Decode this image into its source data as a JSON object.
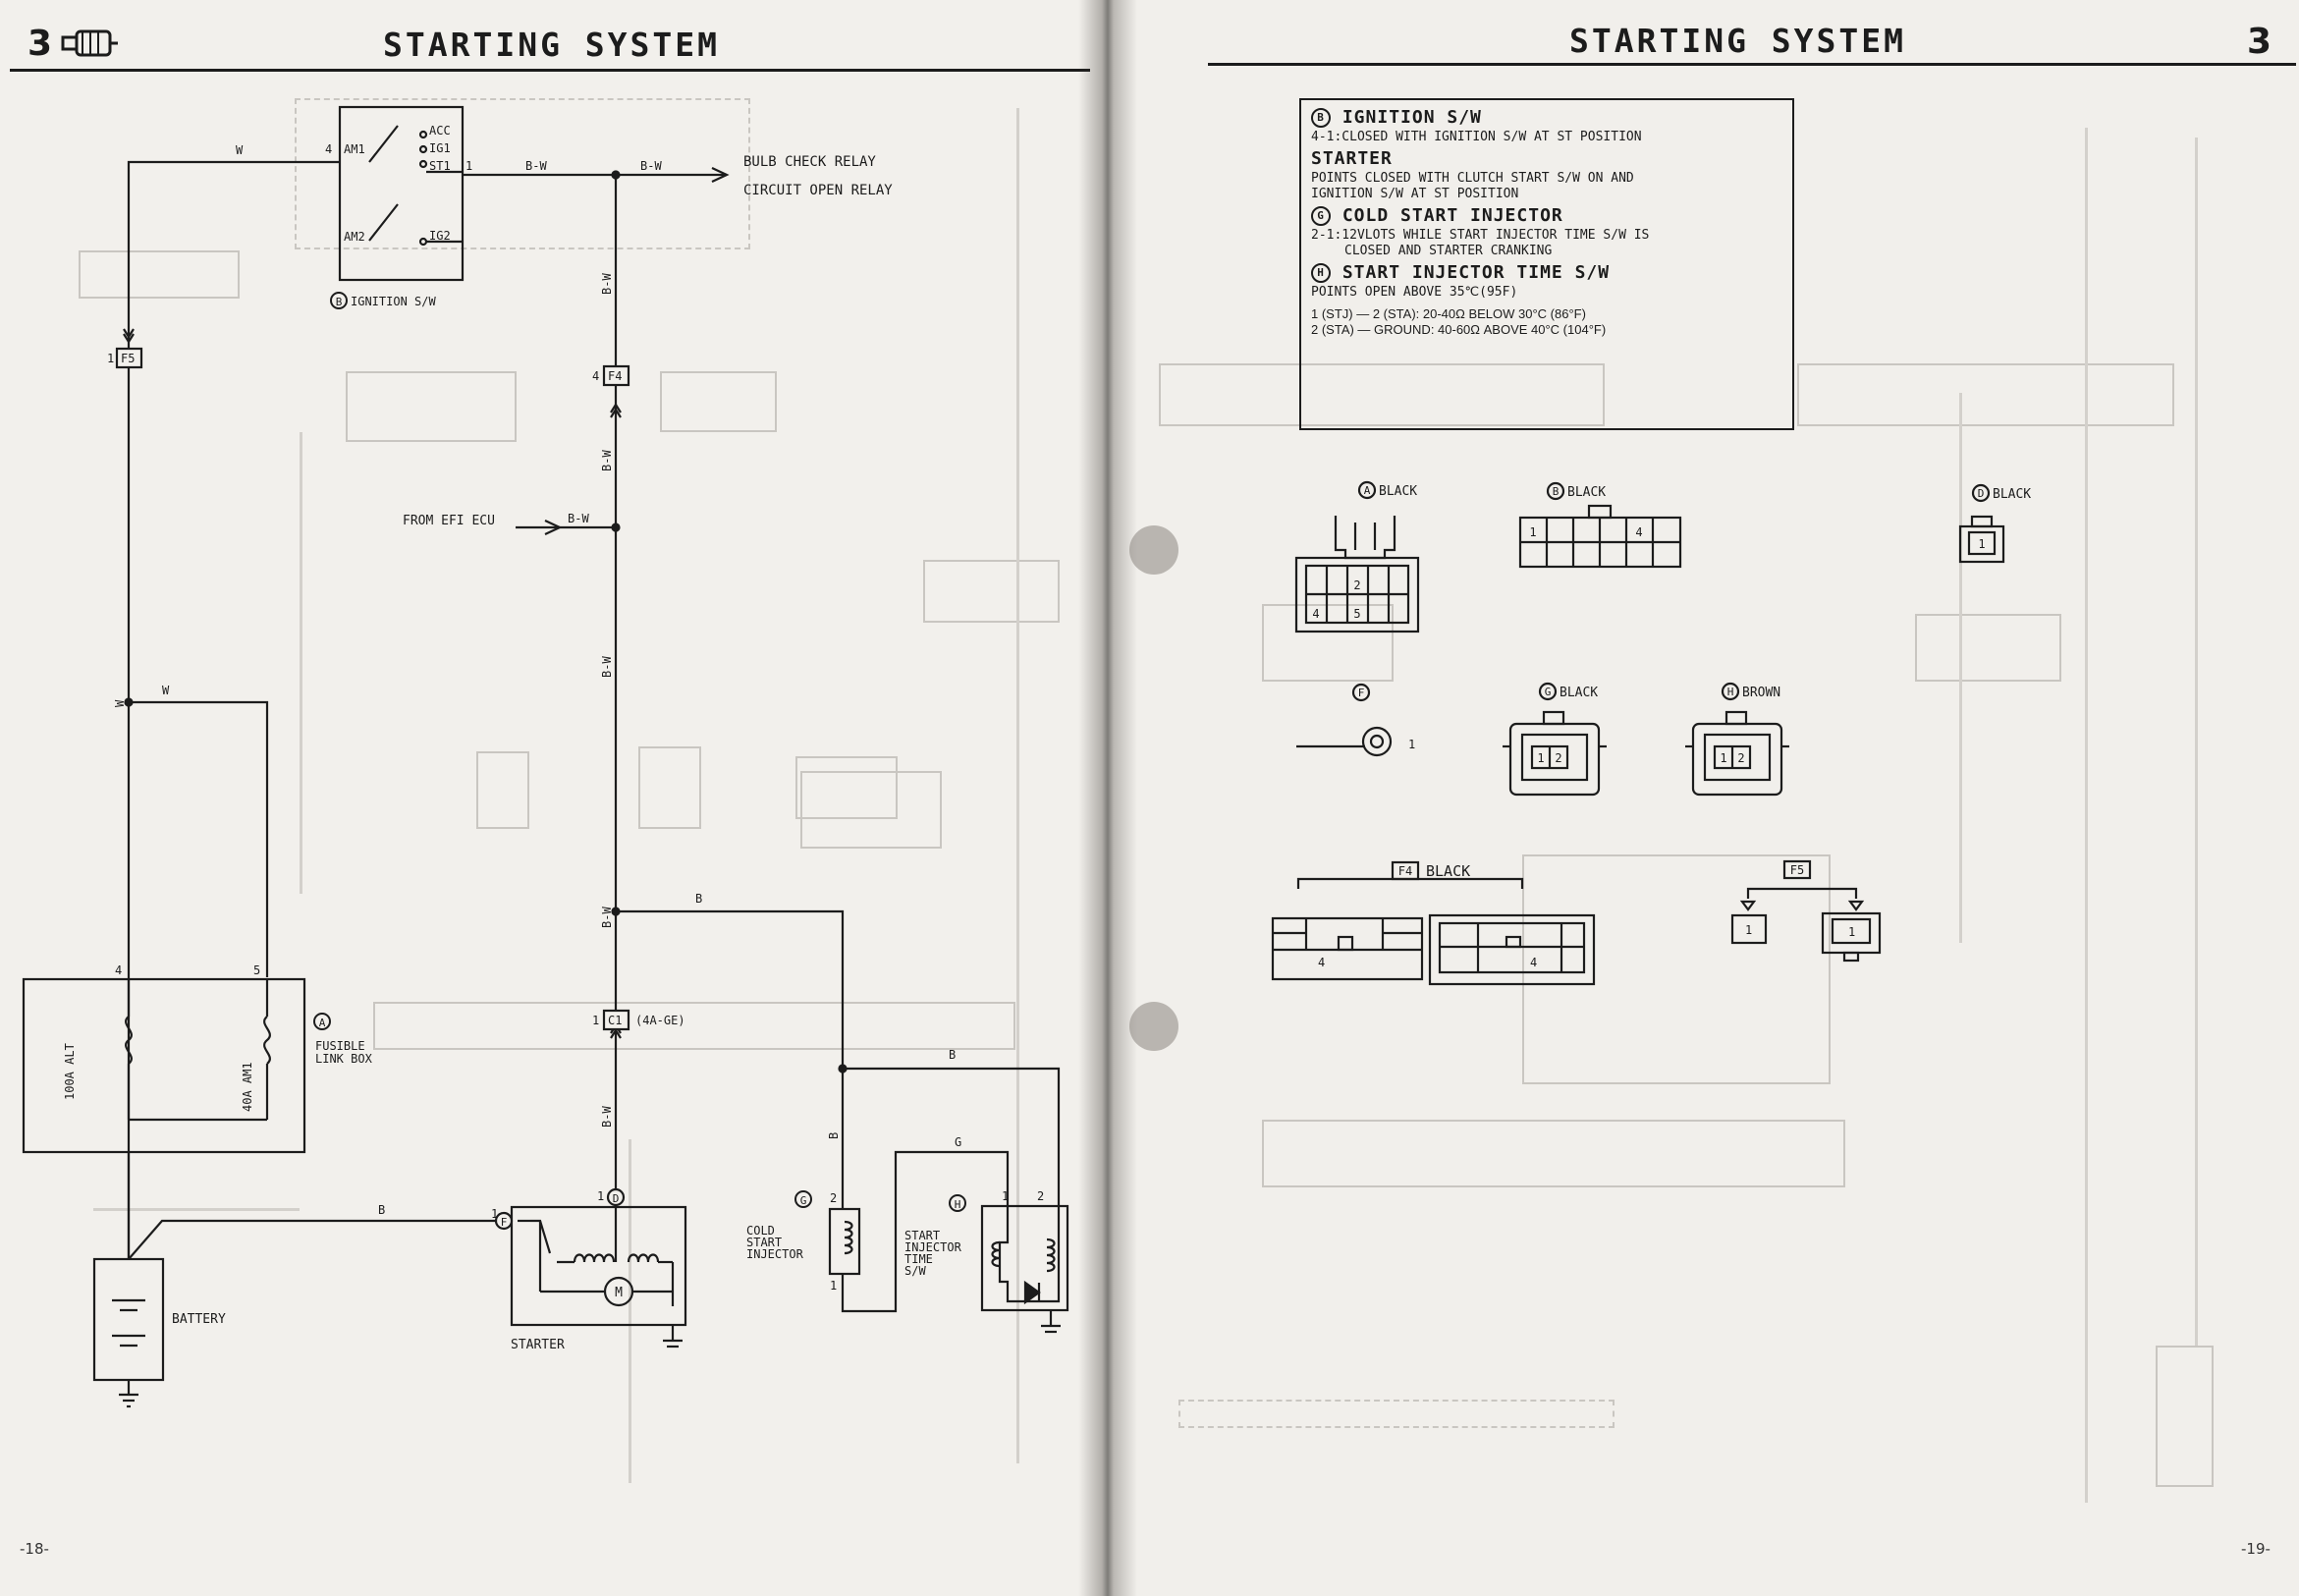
{
  "header": {
    "chapter_number_left": "3",
    "title_left": "STARTING SYSTEM",
    "title_right": "STARTING SYSTEM",
    "chapter_number_right": "3",
    "page_left": "-18-",
    "page_right": "-19-"
  },
  "diagram": {
    "ignition_switch": {
      "marker": "B",
      "label": "IGNITION S/W",
      "terminals": [
        "ACC",
        "IG1",
        "ST1",
        "IG2",
        "AM1",
        "AM2"
      ],
      "pin_am1": "4",
      "pin_st1": "1"
    },
    "wires": {
      "w": "W",
      "bw": "B-W",
      "b": "B"
    },
    "outputs": {
      "bulb_check": "BULB CHECK RELAY",
      "circuit_open": "CIRCUIT OPEN RELAY"
    },
    "from_efi": "FROM EFI ECU",
    "connectors": {
      "f5": "F5",
      "f5_pin": "1",
      "f4": "F4",
      "f4_pin": "4",
      "c1": "C1",
      "c1_pin": "1",
      "c1_note": "(4A-GE)"
    },
    "fusible_link_box": {
      "marker": "A",
      "label1": "FUSIBLE",
      "label2": "LINK BOX",
      "fuse1": "100A ALT",
      "fuse2": "40A AM1",
      "pin_left": "4",
      "pin_right": "5"
    },
    "battery": "BATTERY",
    "starter": {
      "label": "STARTER",
      "marker_f": "F",
      "marker_d": "D",
      "pin_f": "1",
      "pin_d": "1",
      "motor": "M"
    },
    "cold_start_injector": {
      "marker": "G",
      "line1": "COLD",
      "line2": "START",
      "line3": "INJECTOR",
      "pin_top": "2",
      "pin_bottom": "1"
    },
    "start_injector_time_sw": {
      "marker": "H",
      "line1": "START",
      "line2": "INJECTOR",
      "line3": "TIME",
      "line4": "S/W",
      "pin1": "1",
      "pin2": "2"
    }
  },
  "notes": {
    "b_marker": "B",
    "b_title": "IGNITION S/W",
    "b_text": "4-1:CLOSED WITH IGNITION S/W AT ST POSITION",
    "starter_title": "STARTER",
    "starter_text1": "POINTS CLOSED WITH CLUTCH START S/W ON AND",
    "starter_text2": "IGNITION S/W AT ST POSITION",
    "g_marker": "G",
    "g_title": "COLD START INJECTOR",
    "g_text1": "2-1:12VLOTS WHILE START INJECTOR TIME S/W IS",
    "g_text2": "CLOSED AND STARTER CRANKING",
    "h_marker": "H",
    "h_title": "START INJECTOR TIME S/W",
    "h_text1": "POINTS OPEN ABOVE 35℃(95F)",
    "h_text2": "1 (STJ) — 2 (STA): 20-40Ω BELOW 30°C (86°F)",
    "h_text3": "2 (STA) — GROUND: 40-60Ω ABOVE 40°C (104°F)"
  },
  "connector_views": {
    "a": {
      "marker": "A",
      "color": "BLACK",
      "pins": [
        "2",
        "4",
        "5"
      ]
    },
    "b": {
      "marker": "B",
      "color": "BLACK",
      "pins": [
        "1",
        "4"
      ]
    },
    "d": {
      "marker": "D",
      "color": "BLACK",
      "pins": [
        "1"
      ]
    },
    "f": {
      "marker": "F",
      "pin": "1"
    },
    "g": {
      "marker": "G",
      "color": "BLACK",
      "pins": [
        "1",
        "2"
      ]
    },
    "h": {
      "marker": "H",
      "color": "BROWN",
      "pins": [
        "1",
        "2"
      ]
    },
    "f4": {
      "label": "F4",
      "color": "BLACK",
      "pin_left": "4",
      "pin_right": "4"
    },
    "f5": {
      "label": "F5",
      "pin_left": "1",
      "pin_right": "1"
    }
  }
}
